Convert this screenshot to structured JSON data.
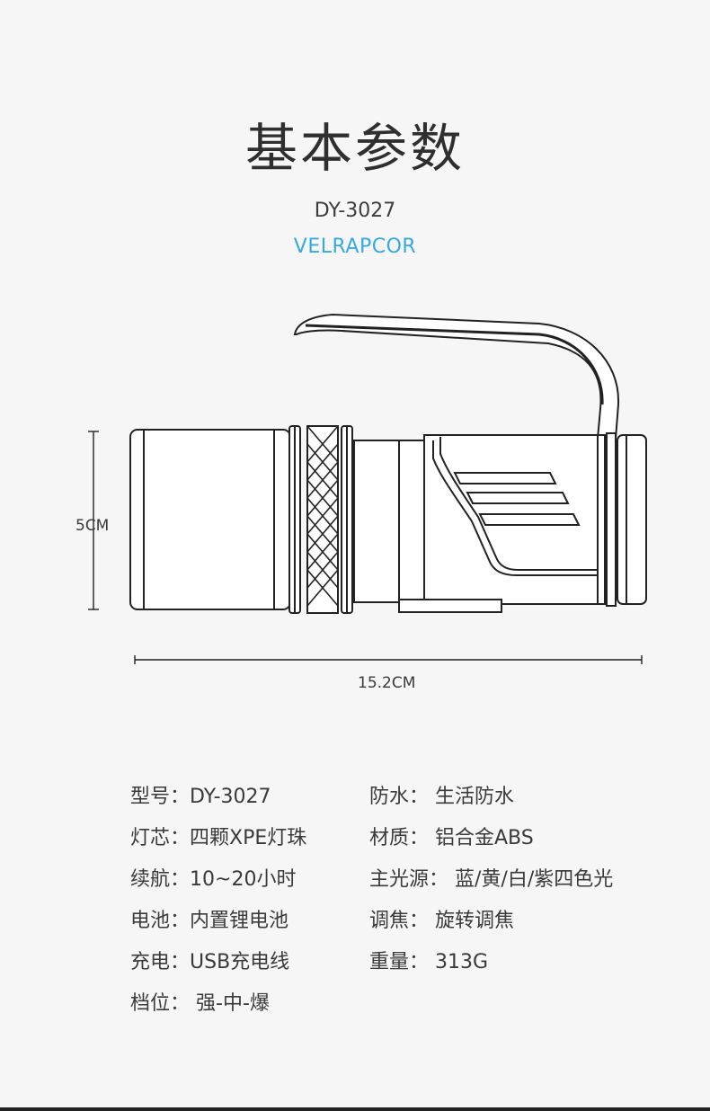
{
  "header": {
    "title": "基本参数",
    "model": "DY-3027",
    "brand": "VELRAPCOR"
  },
  "dimensions": {
    "height": "5CM",
    "length": "15.2CM"
  },
  "specs": {
    "left": [
      {
        "label": "型号：",
        "value": "DY-3027"
      },
      {
        "label": "灯芯：",
        "value": "四颗XPE灯珠"
      },
      {
        "label": "续航：",
        "value": "10~20小时"
      },
      {
        "label": "电池：",
        "value": "内置锂电池"
      },
      {
        "label": "充电：",
        "value": "USB充电线"
      },
      {
        "label": "档位：",
        "value": " 强-中-爆"
      }
    ],
    "right": [
      {
        "label": "防水：",
        "value": " 生活防水"
      },
      {
        "label": "材质：",
        "value": " 铝合金ABS"
      },
      {
        "label": "主光源：",
        "value": " 蓝/黄/白/紫四色光"
      },
      {
        "label": "调焦：",
        "value": " 旋转调焦"
      },
      {
        "label": "重量：",
        "value": " 313G"
      }
    ]
  }
}
